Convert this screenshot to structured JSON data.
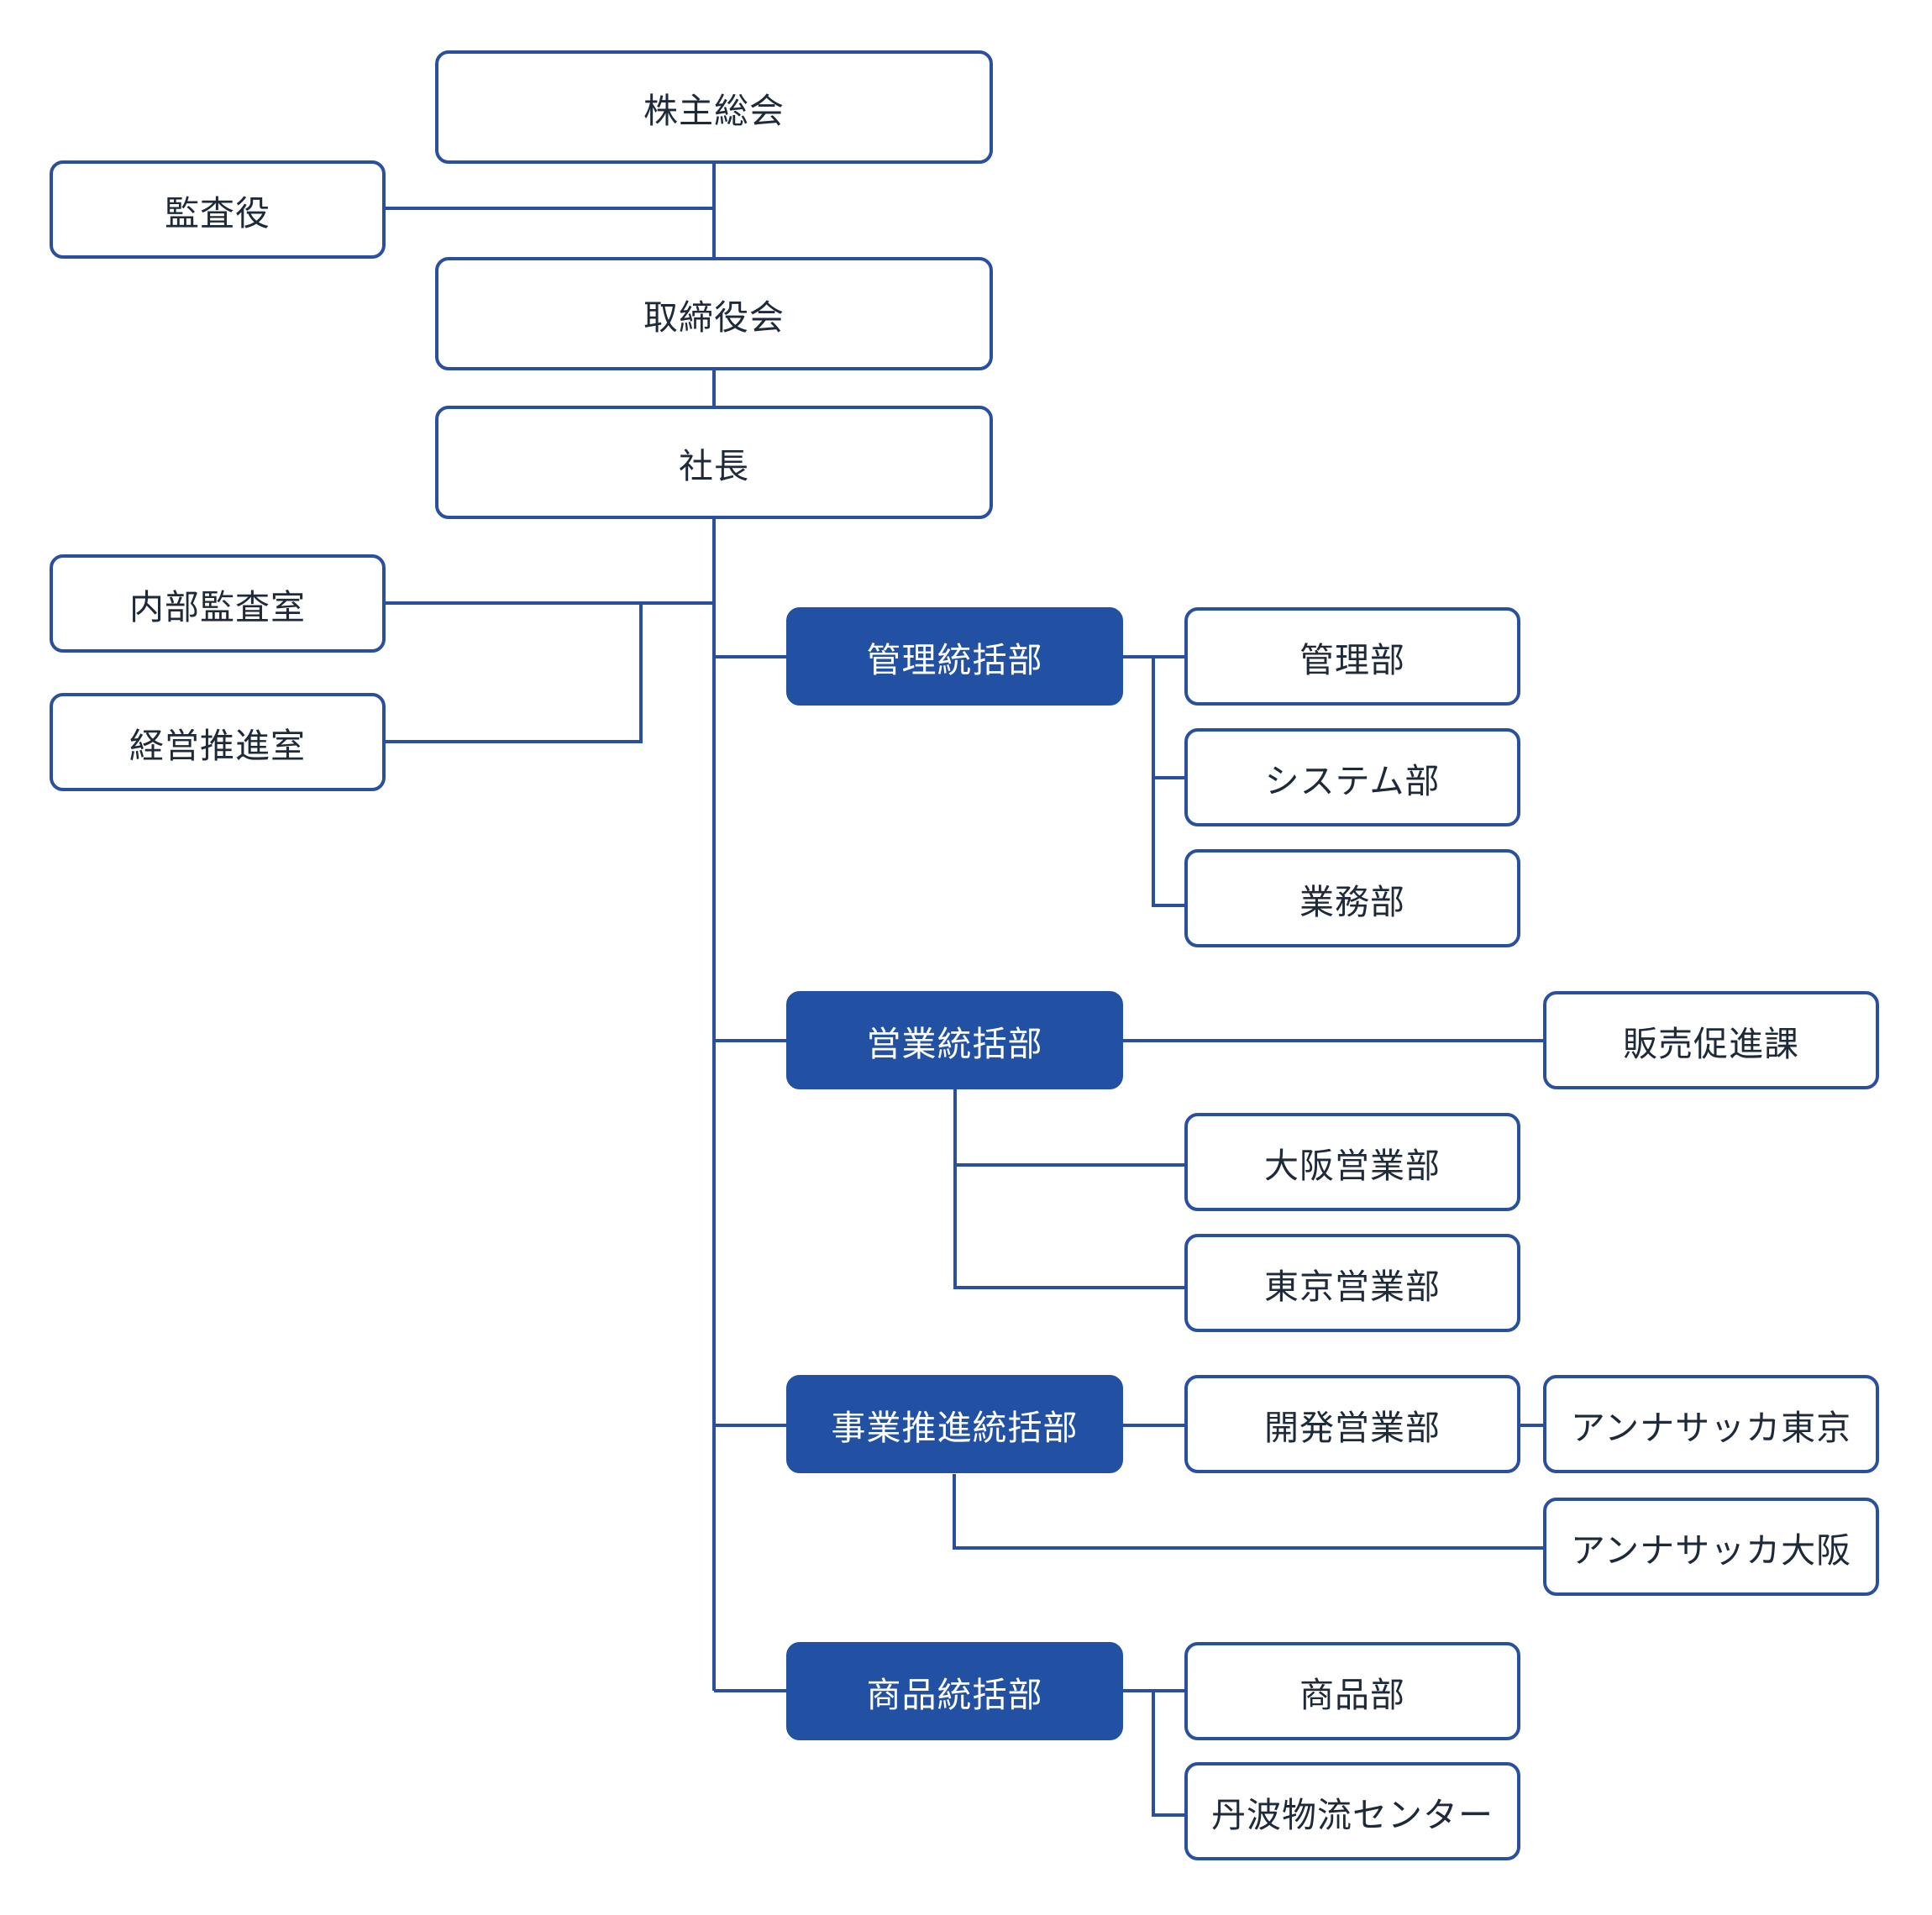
{
  "colors": {
    "line": "#2a4f9f",
    "filled": "#2250a2",
    "text": "#1e2a3a"
  },
  "nodes": {
    "shareholders": "株主総会",
    "auditor": "監査役",
    "board": "取締役会",
    "president": "社長",
    "internal_audit": "内部監査室",
    "management_planning": "経営推進室",
    "admin_div": "管理統括部",
    "admin_dept": "管理部",
    "system_dept": "システム部",
    "business_dept": "業務部",
    "sales_div": "営業統括部",
    "sales_promo": "販売促進課",
    "osaka_sales": "大阪営業部",
    "tokyo_sales": "東京営業部",
    "biz_div": "事業推進統括部",
    "dev_sales": "開発営業部",
    "annasakka_tokyo": "アンナサッカ東京",
    "annasakka_osaka": "アンナサッカ大阪",
    "product_div": "商品統括部",
    "product_dept": "商品部",
    "tamba_logistics": "丹波物流センター"
  }
}
